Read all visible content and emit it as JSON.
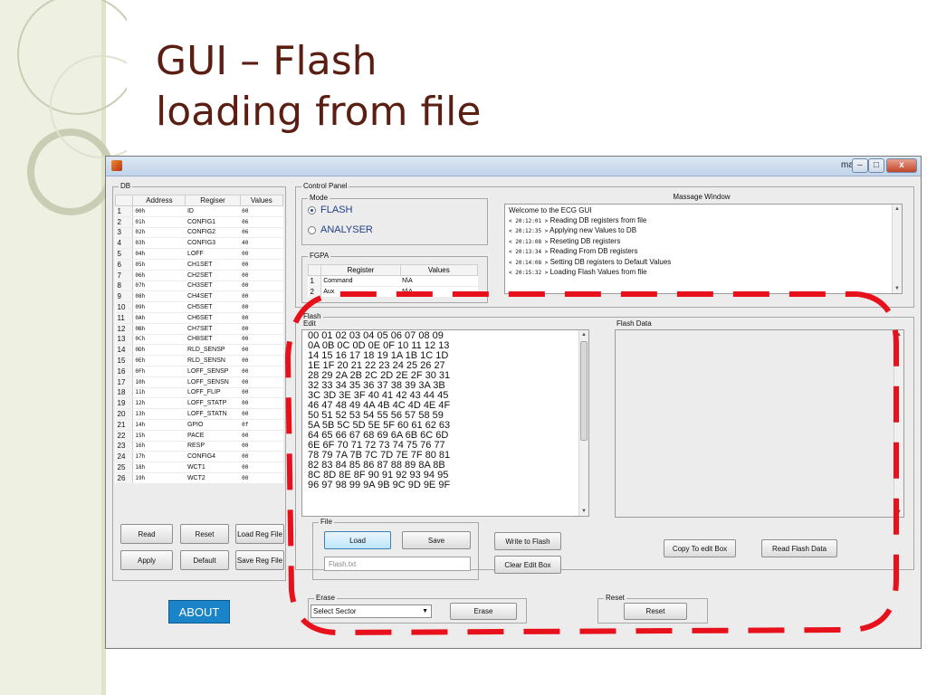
{
  "slide": {
    "title_line1": "GUI – Flash",
    "title_line2": "loading from file"
  },
  "window": {
    "title": "main",
    "controls": {
      "minimize": "–",
      "maximize": "□",
      "close": "x"
    }
  },
  "db_panel": {
    "label": "DB",
    "columns": [
      "Address",
      "Regiser",
      "Values"
    ],
    "rows": [
      {
        "idx": "1",
        "address": "00h",
        "register": "ID",
        "value": "00"
      },
      {
        "idx": "2",
        "address": "01h",
        "register": "CONFIG1",
        "value": "06"
      },
      {
        "idx": "3",
        "address": "02h",
        "register": "CONFIG2",
        "value": "06"
      },
      {
        "idx": "4",
        "address": "03h",
        "register": "CONFIG3",
        "value": "40"
      },
      {
        "idx": "5",
        "address": "04h",
        "register": "LOFF",
        "value": "00"
      },
      {
        "idx": "6",
        "address": "05h",
        "register": "CH1SET",
        "value": "00"
      },
      {
        "idx": "7",
        "address": "06h",
        "register": "CH2SET",
        "value": "00"
      },
      {
        "idx": "8",
        "address": "07h",
        "register": "CH3SET",
        "value": "00"
      },
      {
        "idx": "9",
        "address": "08h",
        "register": "CH4SET",
        "value": "00"
      },
      {
        "idx": "10",
        "address": "09h",
        "register": "CH5SET",
        "value": "00"
      },
      {
        "idx": "11",
        "address": "0Ah",
        "register": "CH6SET",
        "value": "00"
      },
      {
        "idx": "12",
        "address": "0Bh",
        "register": "CH7SET",
        "value": "00"
      },
      {
        "idx": "13",
        "address": "0Ch",
        "register": "CH8SET",
        "value": "00"
      },
      {
        "idx": "14",
        "address": "0Dh",
        "register": "RLD_SENSP",
        "value": "00"
      },
      {
        "idx": "15",
        "address": "0Eh",
        "register": "RLD_SENSN",
        "value": "00"
      },
      {
        "idx": "16",
        "address": "0Fh",
        "register": "LOFF_SENSP",
        "value": "00"
      },
      {
        "idx": "17",
        "address": "10h",
        "register": "LOFF_SENSN",
        "value": "00"
      },
      {
        "idx": "18",
        "address": "11h",
        "register": "LOFF_FLIP",
        "value": "00"
      },
      {
        "idx": "19",
        "address": "12h",
        "register": "LOFF_STATP",
        "value": "00"
      },
      {
        "idx": "20",
        "address": "13h",
        "register": "LOFF_STATN",
        "value": "00"
      },
      {
        "idx": "21",
        "address": "14h",
        "register": "GPIO",
        "value": "0f"
      },
      {
        "idx": "22",
        "address": "15h",
        "register": "PACE",
        "value": "00"
      },
      {
        "idx": "23",
        "address": "16h",
        "register": "RESP",
        "value": "00"
      },
      {
        "idx": "24",
        "address": "17h",
        "register": "CONFIG4",
        "value": "00"
      },
      {
        "idx": "25",
        "address": "18h",
        "register": "WCT1",
        "value": "00"
      },
      {
        "idx": "26",
        "address": "19h",
        "register": "WCT2",
        "value": "00"
      }
    ],
    "buttons": {
      "read": "Read",
      "reset": "Reset",
      "load_reg_file": "Load Reg File",
      "apply": "Apply",
      "default": "Default",
      "save_reg_file": "Save Reg File"
    }
  },
  "about_button": "ABOUT",
  "control_panel": {
    "label": "Control Panel",
    "mode": {
      "label": "Mode",
      "options": [
        "FLASH",
        "ANALYSER"
      ],
      "selected": "FLASH"
    },
    "fgpa": {
      "label": "FGPA",
      "columns": [
        "Register",
        "Values"
      ],
      "rows": [
        {
          "idx": "1",
          "register": "Command",
          "value": "N\\A"
        },
        {
          "idx": "2",
          "register": "Aux",
          "value": "N\\A"
        }
      ]
    },
    "message_window": {
      "label": "Massage Window",
      "lines": [
        {
          "ts": "",
          "text": "Welcome to the ECG GUI"
        },
        {
          "ts": "< 20:12:01 >",
          "text": "Reading DB registers from file"
        },
        {
          "ts": "< 20:12:35 >",
          "text": "Applying new Values to DB"
        },
        {
          "ts": "< 20:13:08 >",
          "text": "Reseting DB registers"
        },
        {
          "ts": "< 20:13:34 >",
          "text": "Reading From DB registers"
        },
        {
          "ts": "< 20:14:08 >",
          "text": "Setting DB registers to Default Values"
        },
        {
          "ts": "< 20:15:32 >",
          "text": "Loading Flash Values from file"
        }
      ]
    }
  },
  "flash_panel": {
    "label": "Flash",
    "edit": {
      "label": "Edit",
      "lines": [
        "00 01 02 03 04 05 06 07 08 09",
        "0A 0B 0C 0D 0E 0F 10 11 12 13",
        "14 15 16 17 18 19 1A 1B 1C 1D",
        "1E 1F 20 21 22 23 24 25 26 27",
        "28 29 2A 2B 2C 2D 2E 2F 30 31",
        "32 33 34 35 36 37 38 39 3A 3B",
        "3C 3D 3E 3F 40 41 42 43 44 45",
        "46 47 48 49 4A 4B 4C 4D 4E 4F",
        "50 51 52 53 54 55 56 57 58 59",
        "5A 5B 5C 5D 5E 5F 60 61 62 63",
        "64 65 66 67 68 69 6A 6B 6C 6D",
        "6E 6F 70 71 72 73 74 75 76 77",
        "78 79 7A 7B 7C 7D 7E 7F 80 81",
        "82 83 84 85 86 87 88 89 8A 8B",
        "8C 8D 8E 8F 90 91 92 93 94 95",
        "96 97 98 99 9A 9B 9C 9D 9E 9F"
      ]
    },
    "file": {
      "label": "File",
      "load": "Load",
      "save": "Save",
      "filename_placeholder": "Flash.txt"
    },
    "write_to_flash": "Write to Flash",
    "clear_edit_box": "Clear Edit Box",
    "flash_data": {
      "label": "Flash Data",
      "copy_to_edit_box": "Copy To edit Box",
      "read_flash_data": "Read Flash Data"
    }
  },
  "erase_panel": {
    "label": "Erase",
    "select_value": "Select Sector",
    "erase_button": "Erase"
  },
  "reset_panel": {
    "label": "Reset",
    "reset_button": "Reset"
  },
  "colors": {
    "title": "#5a1e12",
    "dashed_highlight": "#e8101a",
    "about_button": "#1b84c8"
  }
}
